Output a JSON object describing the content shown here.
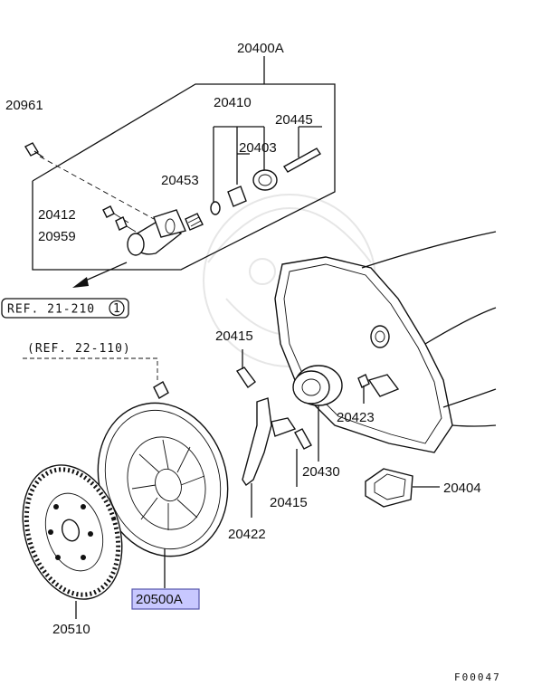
{
  "labels": {
    "p20400A": "20400A",
    "p20961": "20961",
    "p20410": "20410",
    "p20445": "20445",
    "p20403": "20403",
    "p20453": "20453",
    "p20412": "20412",
    "p20959": "20959",
    "p20415a": "20415",
    "p20423": "20423",
    "p20430": "20430",
    "p20404": "20404",
    "p20415b": "20415",
    "p20422": "20422",
    "p20510": "20510",
    "p20500A": "20500A"
  },
  "refs": {
    "ref21": "REF. 21-210",
    "ref21_circle": "1",
    "ref22": "(REF. 22-110)"
  },
  "figure_code": "F00047",
  "colors": {
    "highlight_fill": "#c8c8ff",
    "highlight_stroke": "#5555aa",
    "ink": "#111111"
  }
}
